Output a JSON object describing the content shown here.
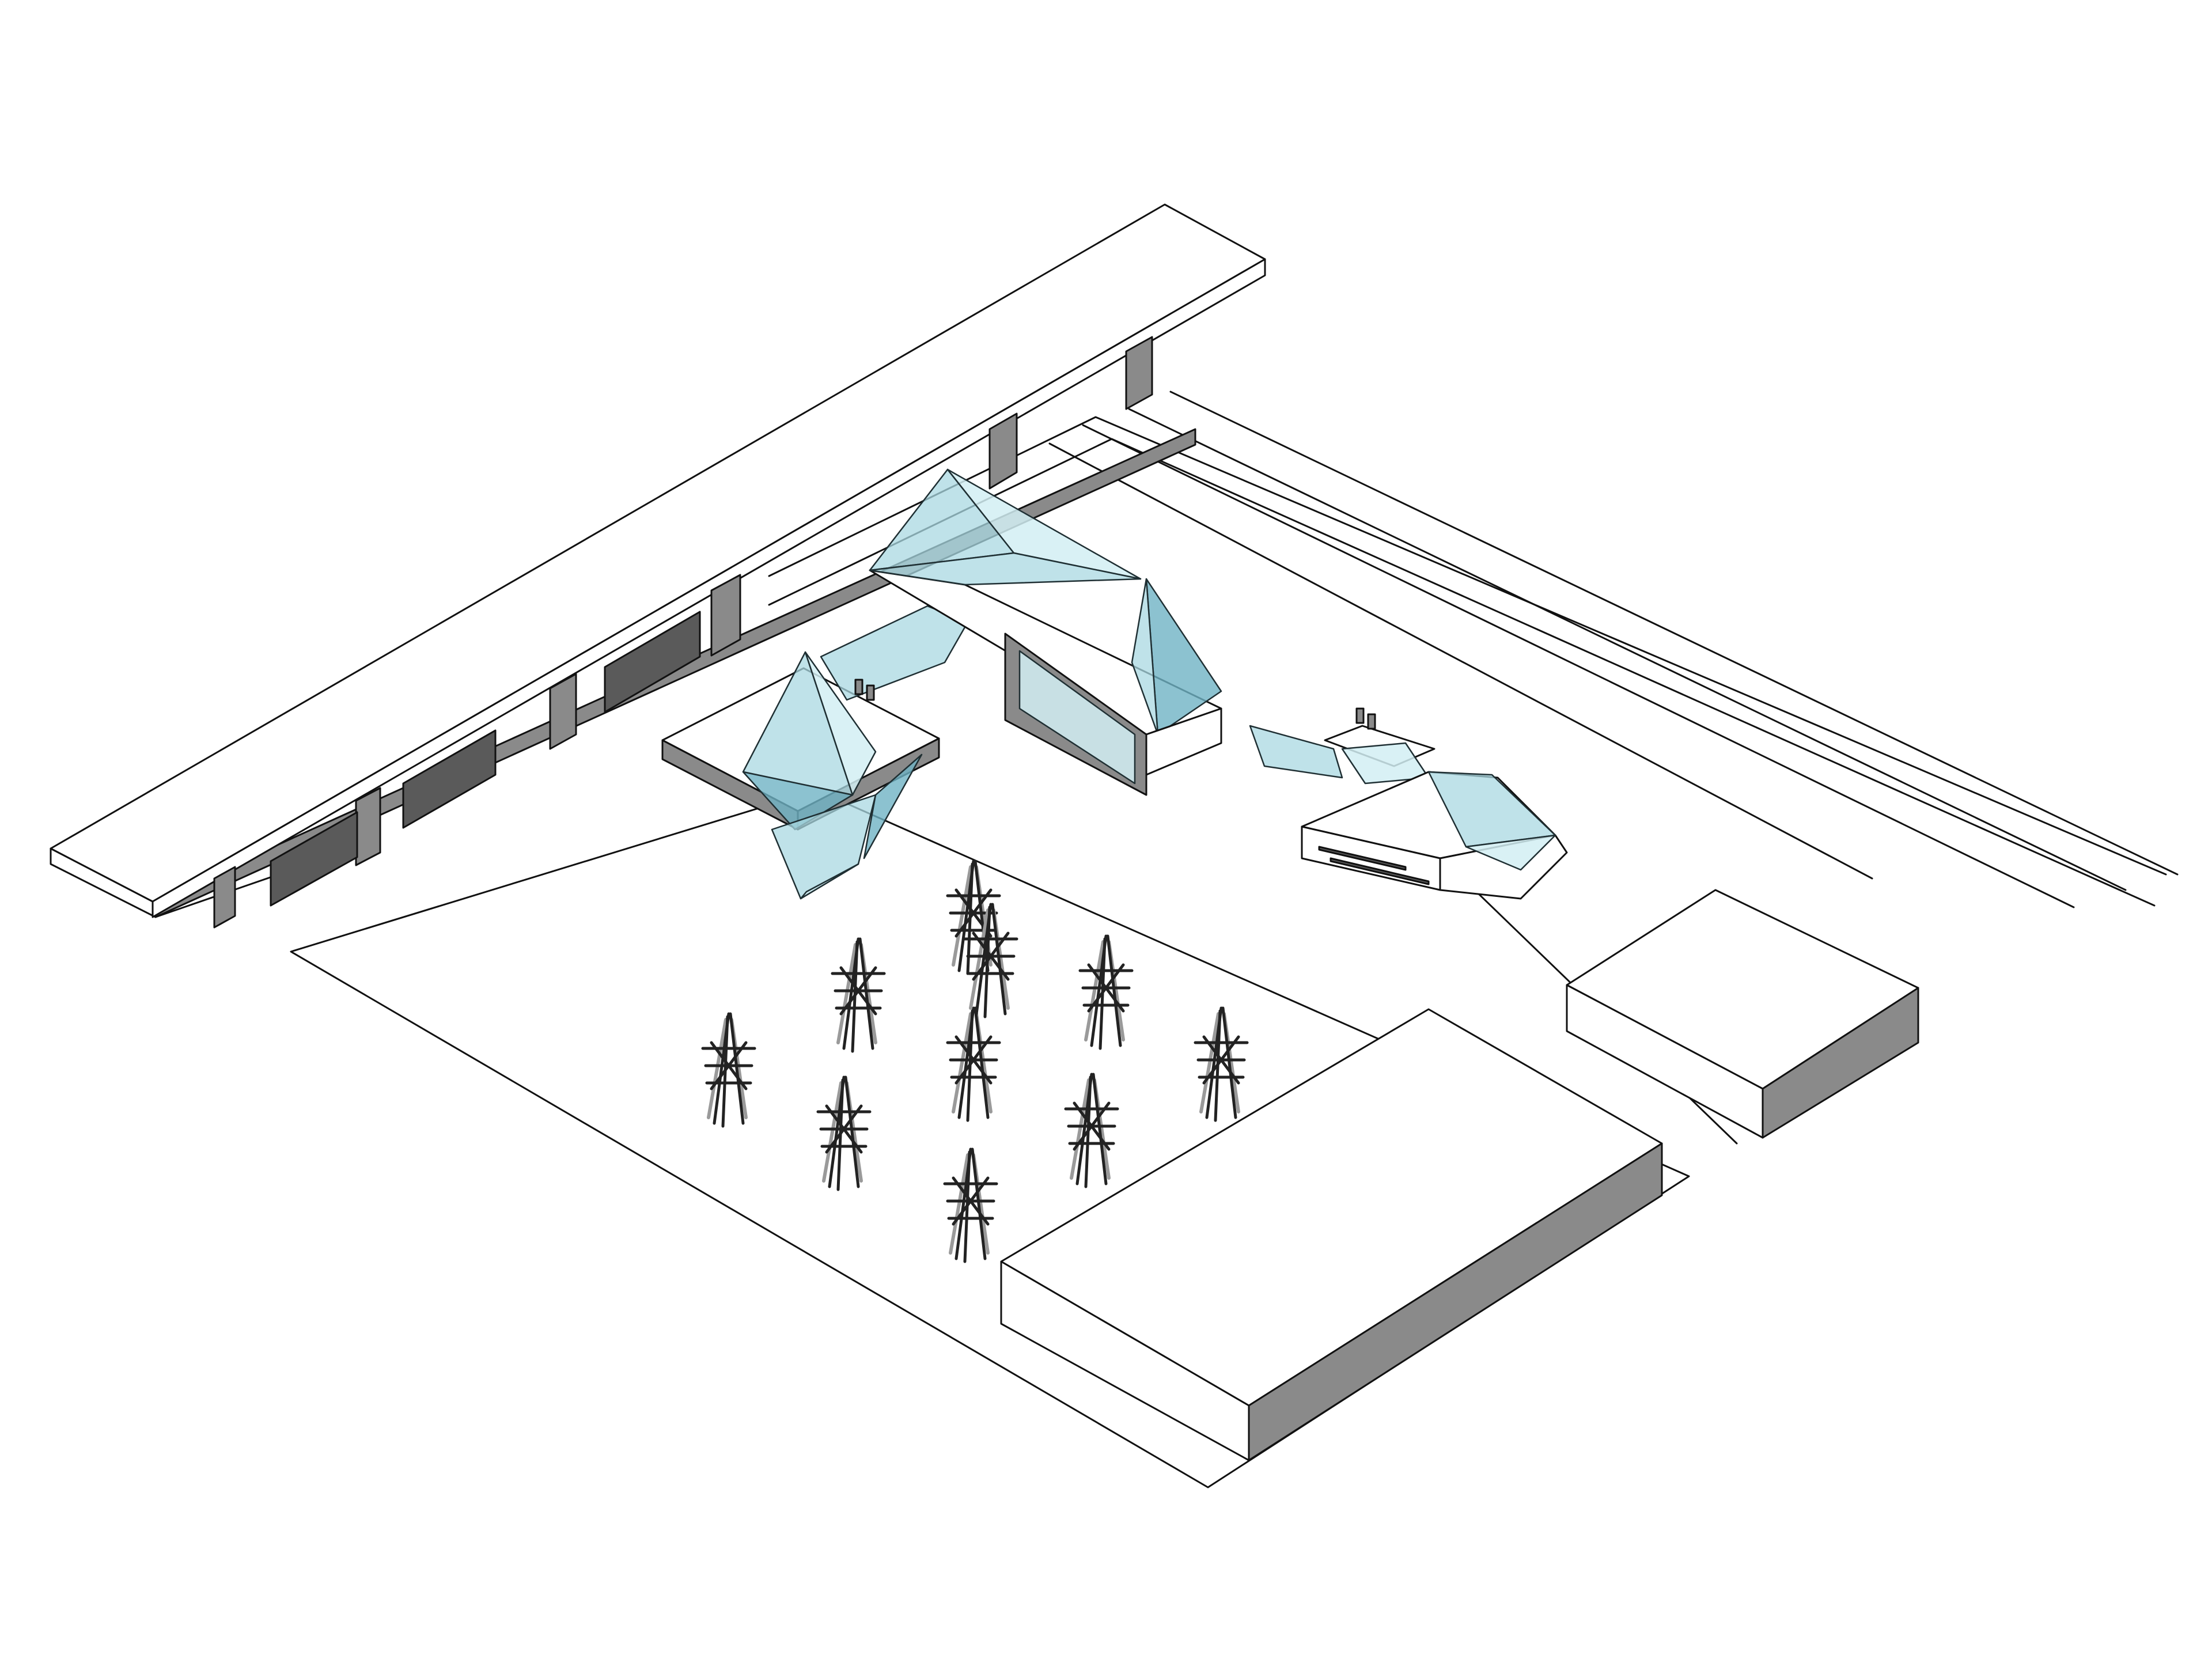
{
  "title": "",
  "palette": {
    "line": "#111111",
    "glass": "#a9d8e2",
    "glass_light": "#d2eef3",
    "glass_dark": "#6fb3c4",
    "shadow": "#8a8a8a",
    "background": "#ffffff"
  },
  "masts": [
    {
      "id": "mast-1"
    },
    {
      "id": "mast-2"
    },
    {
      "id": "mast-3"
    },
    {
      "id": "mast-4"
    },
    {
      "id": "mast-5"
    },
    {
      "id": "mast-6"
    },
    {
      "id": "mast-7"
    },
    {
      "id": "mast-8"
    },
    {
      "id": "mast-9"
    },
    {
      "id": "mast-10"
    }
  ]
}
